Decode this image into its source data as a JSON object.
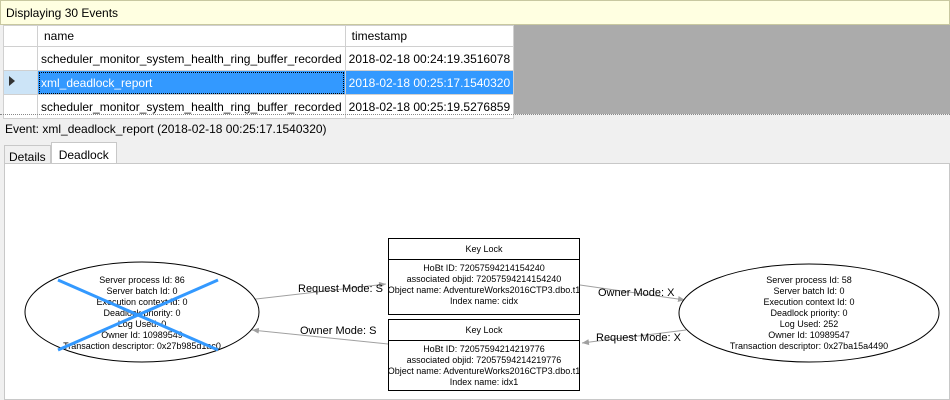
{
  "info_bar": {
    "text": "Displaying 30 Events"
  },
  "grid": {
    "columns": [
      "name",
      "timestamp"
    ],
    "rows": [
      {
        "name": "scheduler_monitor_system_health_ring_buffer_recorded",
        "timestamp": "2018-02-18 00:24:19.3516078",
        "selected": false
      },
      {
        "name": "xml_deadlock_report",
        "timestamp": "2018-02-18 00:25:17.1540320",
        "selected": true
      },
      {
        "name": "scheduler_monitor_system_health_ring_buffer_recorded",
        "timestamp": "2018-02-18 00:25:19.5276859",
        "selected": false
      }
    ],
    "current_row_icon": "triangle-right-icon"
  },
  "event_label": "Event: xml_deadlock_report (2018-02-18 00:25:17.1540320)",
  "tabs": [
    {
      "label": "Details",
      "active": false
    },
    {
      "label": "Deadlock",
      "active": true
    }
  ],
  "colors": {
    "selection": "#3399ff",
    "victim_cross": "#3399ff",
    "edge": "#a0a0a0"
  },
  "deadlock": {
    "victim_process": {
      "victim": true,
      "lines": [
        "Server process Id: 86",
        "Server batch Id: 0",
        "Execution context Id: 0",
        "Deadlock priority: 0",
        "Log Used: 0",
        "Owner Id: 10989549",
        "Transaction descriptor: 0x27b985d1ac0"
      ]
    },
    "other_process": {
      "victim": false,
      "lines": [
        "Server process Id: 58",
        "Server batch Id: 0",
        "Execution context Id: 0",
        "Deadlock priority: 0",
        "Log Used: 252",
        "Owner Id: 10989547",
        "Transaction descriptor: 0x27ba15a4490"
      ]
    },
    "resources": [
      {
        "title": "Key Lock",
        "lines": [
          "HoBt ID: 72057594214154240",
          "associated objid: 72057594214154240",
          "Object name: AdventureWorks2016CTP3.dbo.t1",
          "Index name: cidx"
        ]
      },
      {
        "title": "Key Lock",
        "lines": [
          "HoBt ID: 72057594214219776",
          "associated objid: 72057594214219776",
          "Object name: AdventureWorks2016CTP3.dbo.t1",
          "Index name: idx1"
        ]
      }
    ],
    "edges": [
      {
        "label": "Request Mode: S"
      },
      {
        "label": "Owner Mode: X"
      },
      {
        "label": "Request Mode: X"
      },
      {
        "label": "Owner Mode: S"
      }
    ]
  }
}
